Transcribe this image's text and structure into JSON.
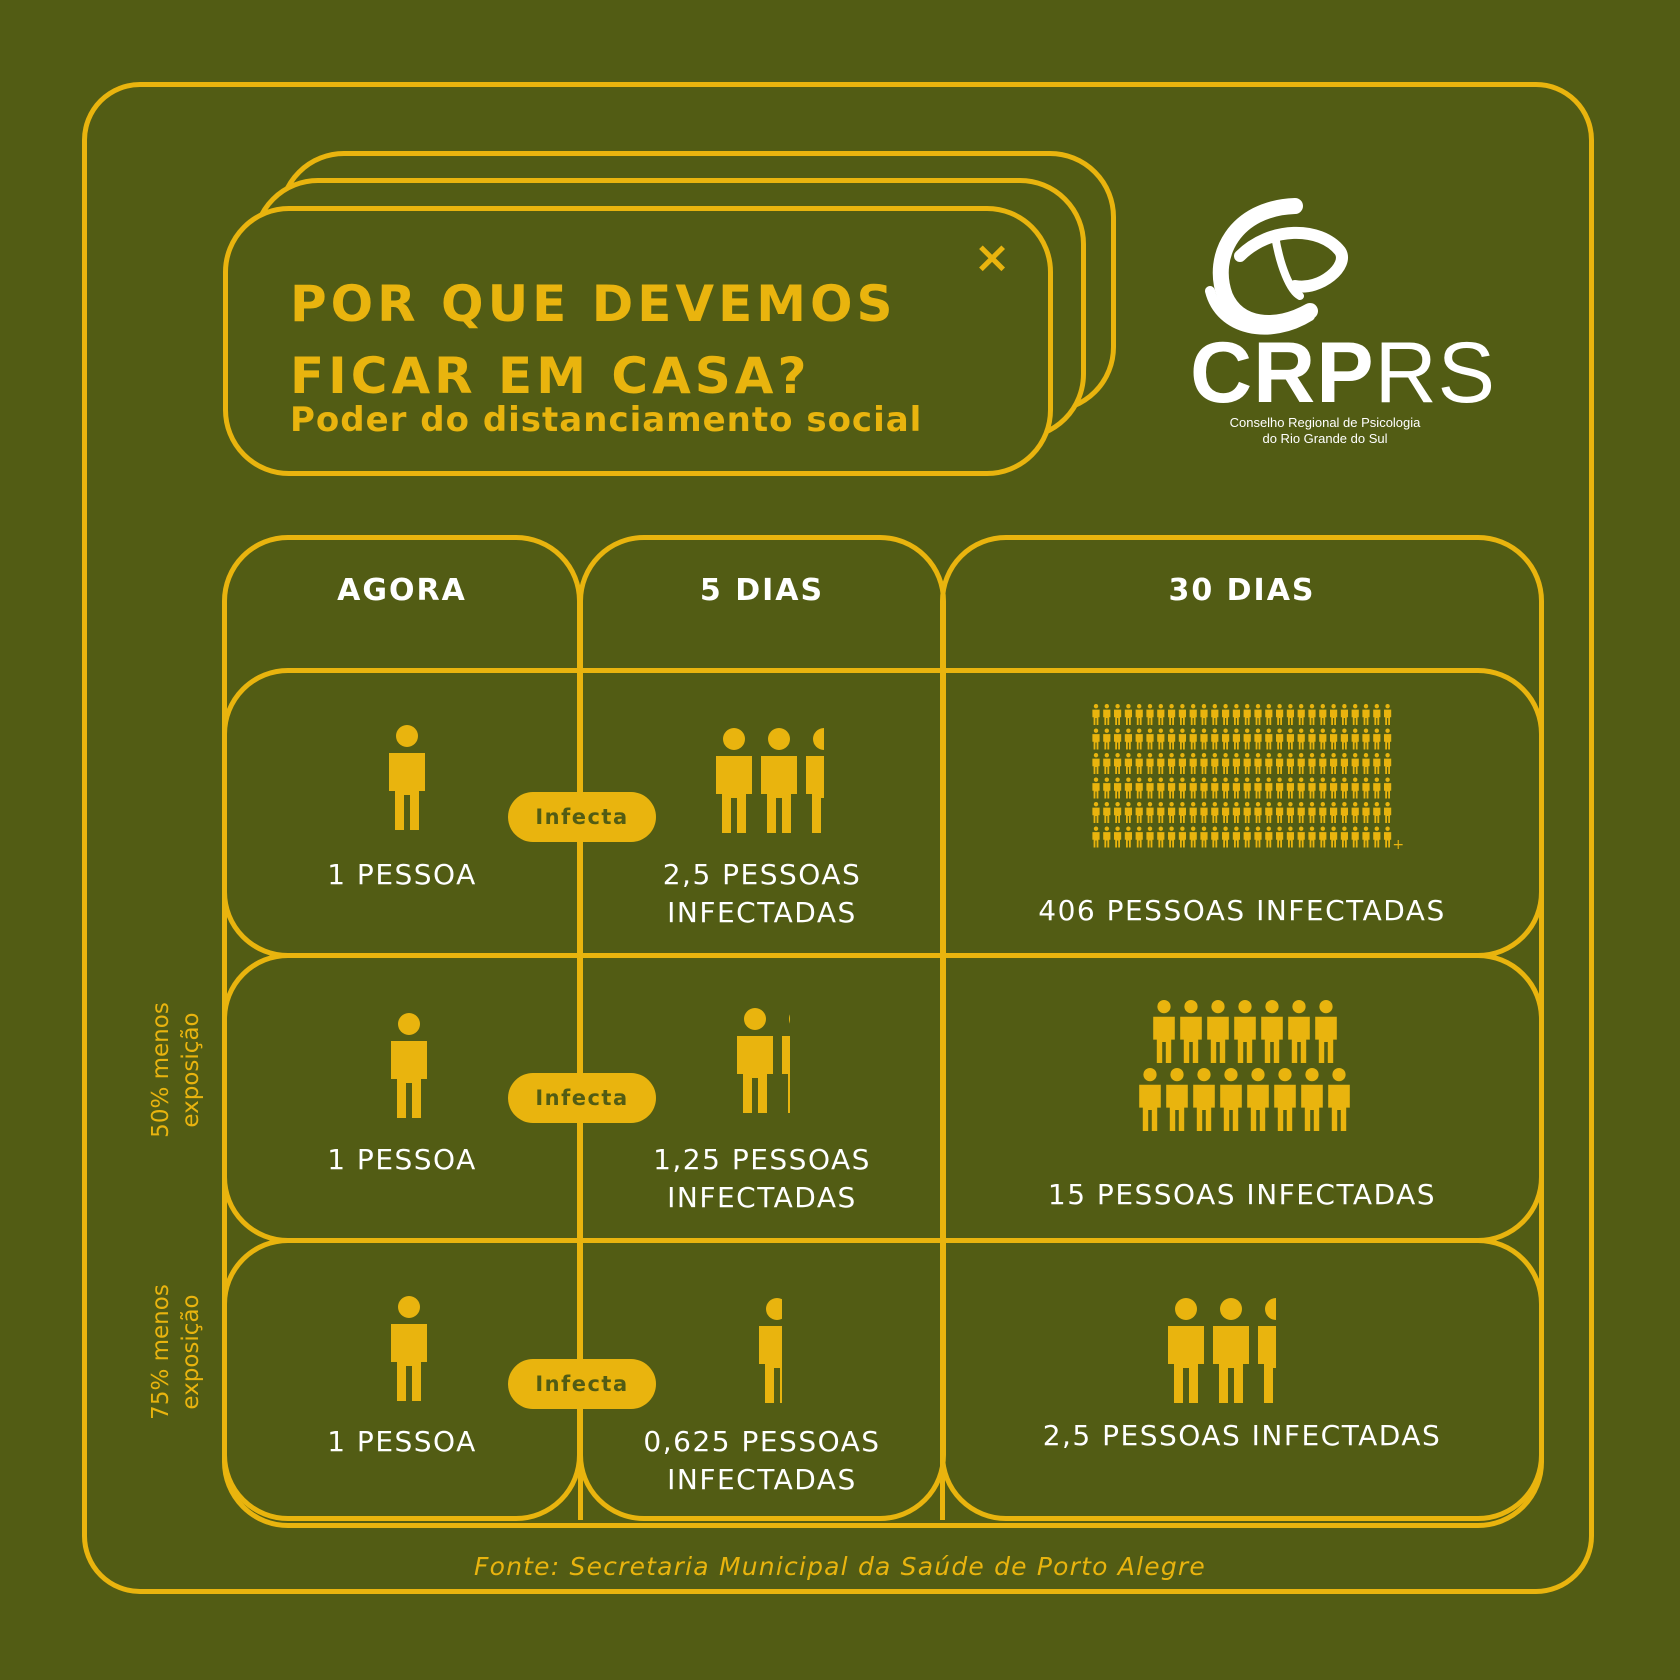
{
  "header": {
    "title_line1": "POR QUE DEVEMOS",
    "title_line2": "FICAR EM CASA?",
    "subtitle": "Poder do distanciamento social",
    "close_symbol": "×"
  },
  "logo": {
    "name_bold": "CRP",
    "name_thin": "RS",
    "sub_line1": "Conselho Regional de Psicologia",
    "sub_line2": "do Rio Grande do Sul"
  },
  "columns": [
    "AGORA",
    "5 DIAS",
    "30 DIAS"
  ],
  "infect_label": "Infecta",
  "rows": [
    {
      "side_line1": "",
      "side_line2": "",
      "now": "1 PESSOA",
      "day5_line1": "2,5 PESSOAS",
      "day5_line2": "INFECTADAS",
      "day30": "406 PESSOAS INFECTADAS"
    },
    {
      "side_line1": "50% menos",
      "side_line2": "exposição",
      "now": "1 PESSOA",
      "day5_line1": "1,25 PESSOAS",
      "day5_line2": "INFECTADAS",
      "day30": "15 PESSOAS INFECTADAS"
    },
    {
      "side_line1": "75% menos",
      "side_line2": "exposição",
      "now": "1 PESSOA",
      "day5_line1": "0,625 PESSOAS",
      "day5_line2": "INFECTADAS",
      "day30": "2,5 PESSOAS INFECTADAS"
    }
  ],
  "source": "Fonte: Secretaria Municipal da Saúde de Porto Alegre",
  "colors": {
    "background": "#525c14",
    "accent": "#e9b40e",
    "text": "#ffffff"
  },
  "icons": {
    "person": "person-icon",
    "close": "close-icon",
    "logo": "crprs-logo-icon"
  }
}
